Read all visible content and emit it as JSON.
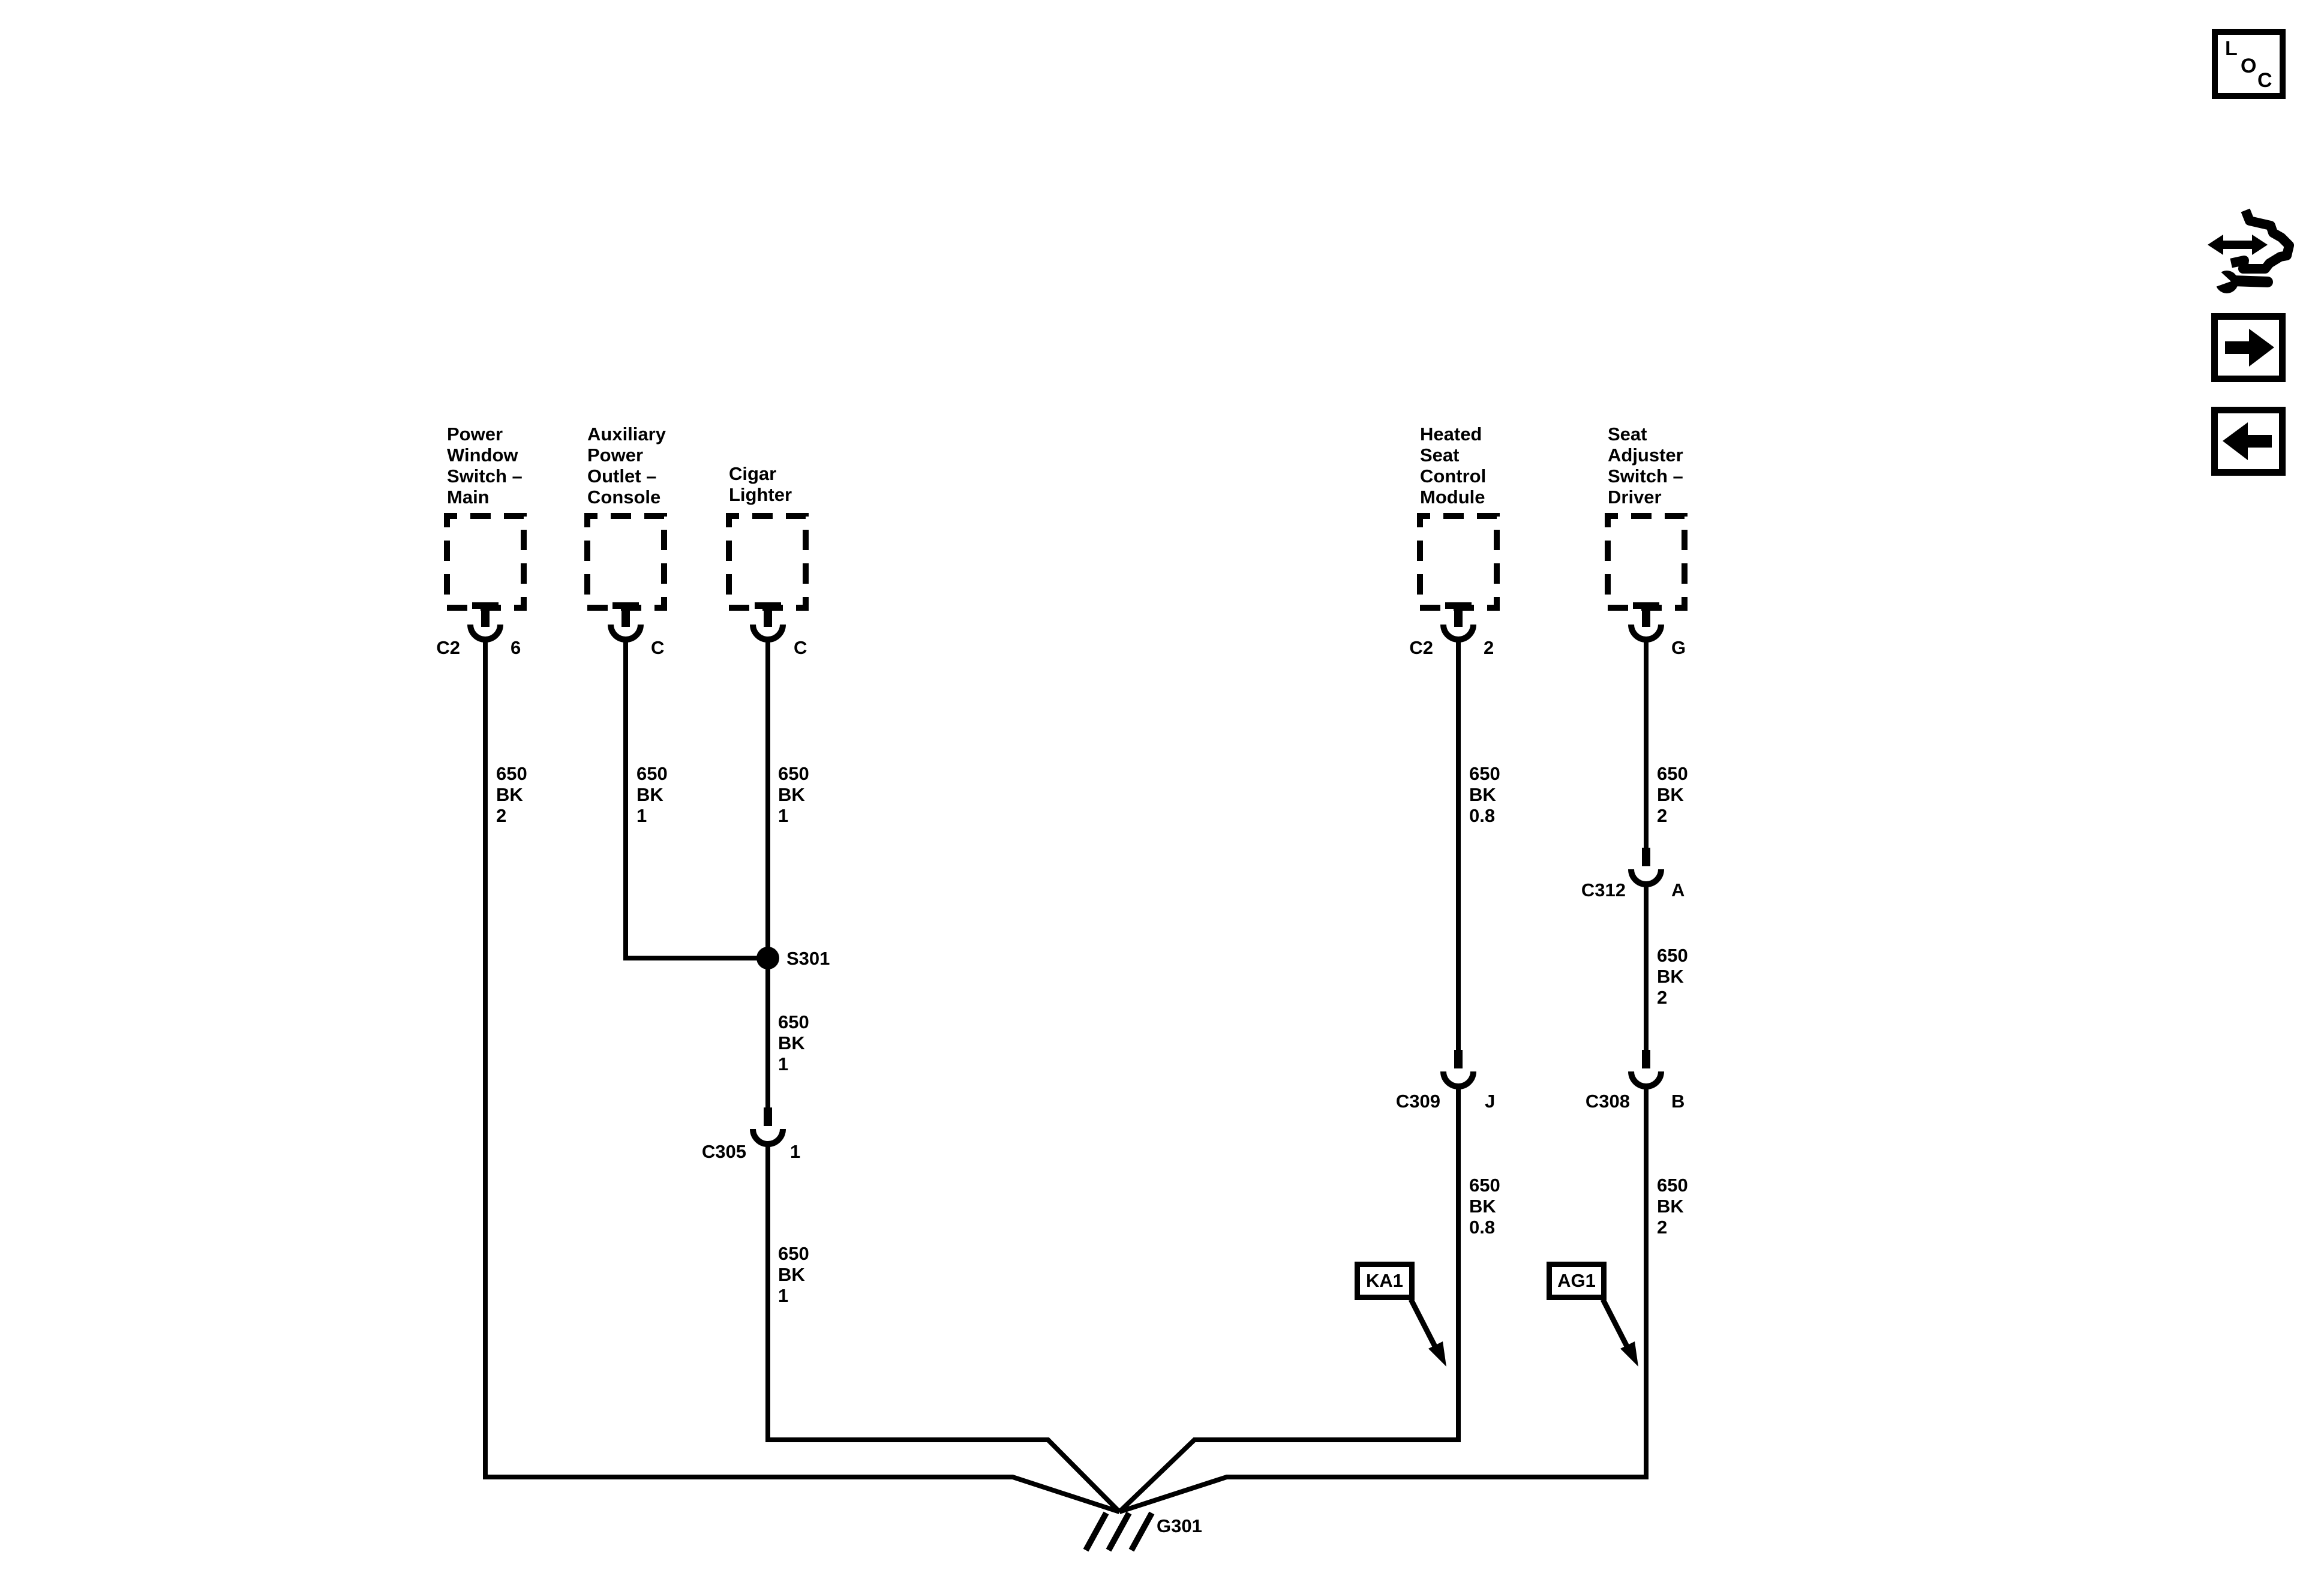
{
  "diagram": {
    "components": [
      {
        "name": "power-window-switch-main",
        "label": "Power\nWindow\nSwitch –\nMain",
        "connector": "C2",
        "pin": "6"
      },
      {
        "name": "auxiliary-power-outlet-console",
        "label": "Auxiliary\nPower\nOutlet –\nConsole",
        "pin": "C"
      },
      {
        "name": "cigar-lighter",
        "label": "Cigar\nLighter",
        "pin": "C"
      },
      {
        "name": "heated-seat-control-module",
        "label": "Heated\nSeat\nControl\nModule",
        "connector": "C2",
        "pin": "2"
      },
      {
        "name": "seat-adjuster-switch-driver",
        "label": "Seat\nAdjuster\nSwitch –\nDriver",
        "pin": "G"
      }
    ],
    "wire_labels": {
      "w1": "650\nBK\n2",
      "w2": "650\nBK\n1",
      "w3_top": "650\nBK\n1",
      "w3_mid": "650\nBK\n1",
      "w3_bottom": "650\nBK\n1",
      "w4_top": "650\nBK\n0.8",
      "w4_bottom": "650\nBK\n0.8",
      "w5_top": "650\nBK\n2",
      "w5_mid": "650\nBK\n2",
      "w5_bottom": "650\nBK\n2"
    },
    "splice": {
      "id": "S301"
    },
    "inline_connectors": [
      {
        "id": "C305",
        "pin": "1"
      },
      {
        "id": "C312",
        "pin": "A"
      },
      {
        "id": "C309",
        "pin": "J"
      },
      {
        "id": "C308",
        "pin": "B"
      }
    ],
    "ground": {
      "id": "G301"
    },
    "callouts": [
      {
        "id": "KA1"
      },
      {
        "id": "AG1"
      }
    ]
  },
  "corner_marker": {
    "letters": [
      "L",
      "O",
      "C"
    ]
  },
  "toolbar": {
    "icons": [
      "tools-icon",
      "next-arrow-icon",
      "back-arrow-icon"
    ]
  },
  "colors": {
    "line": "#000000",
    "background": "#ffffff"
  }
}
